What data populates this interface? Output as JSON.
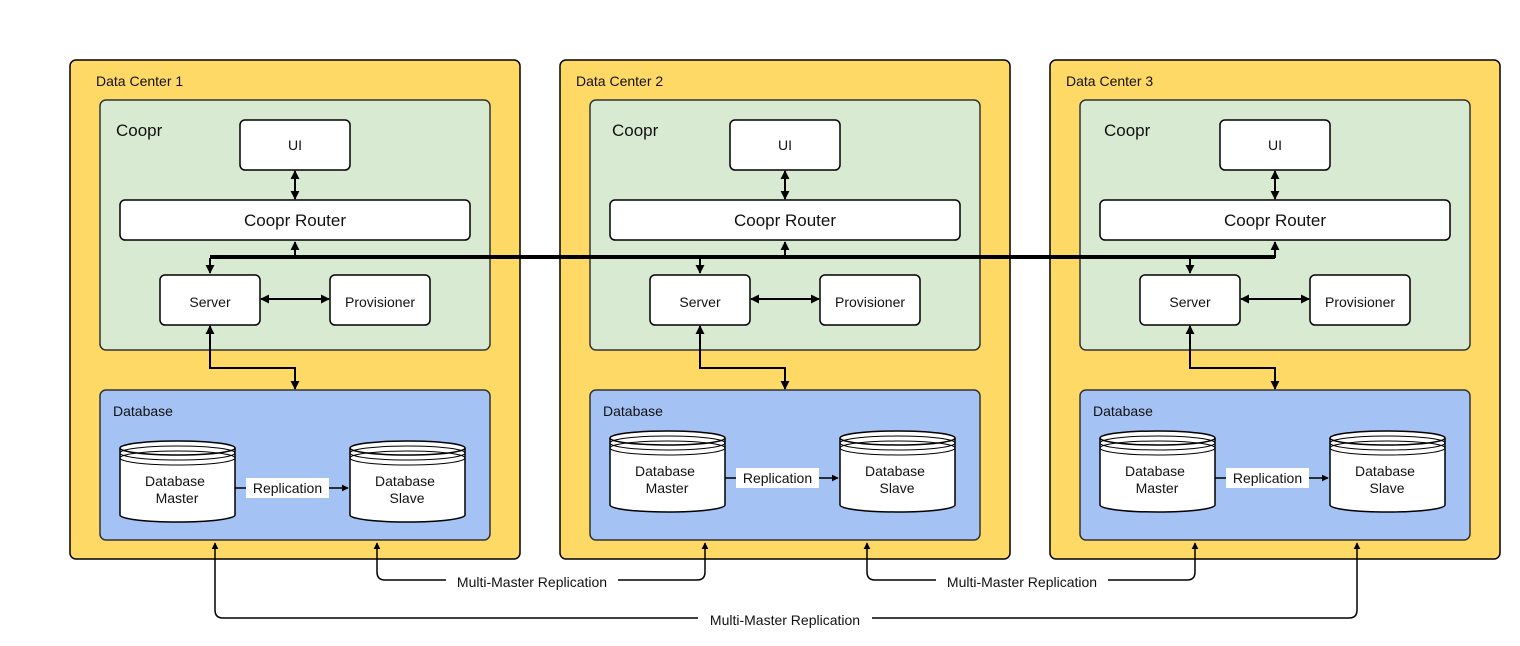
{
  "colors": {
    "data_center_fill": "#FFD966",
    "coopr_fill": "#D9EAD3",
    "database_fill": "#A4C2F4",
    "box_fill": "#FFFFFF",
    "stroke": "#000000"
  },
  "data_centers": [
    {
      "title": "Data Center 1",
      "coopr_label": "Coopr",
      "ui_label": "UI",
      "router_label": "Coopr Router",
      "server_label": "Server",
      "provisioner_label": "Provisioner",
      "database_label": "Database",
      "master_line1": "Database",
      "master_line2": "Master",
      "slave_line1": "Database",
      "slave_line2": "Slave",
      "replication_label": "Replication"
    },
    {
      "title": "Data Center 2",
      "coopr_label": "Coopr",
      "ui_label": "UI",
      "router_label": "Coopr Router",
      "server_label": "Server",
      "provisioner_label": "Provisioner",
      "database_label": "Database",
      "master_line1": "Database",
      "master_line2": "Master",
      "slave_line1": "Database",
      "slave_line2": "Slave",
      "replication_label": "Replication"
    },
    {
      "title": "Data Center 3",
      "coopr_label": "Coopr",
      "ui_label": "UI",
      "router_label": "Coopr Router",
      "server_label": "Server",
      "provisioner_label": "Provisioner",
      "database_label": "Database",
      "master_line1": "Database",
      "master_line2": "Master",
      "slave_line1": "Database",
      "slave_line2": "Slave",
      "replication_label": "Replication"
    }
  ],
  "multi_master": {
    "dc1_dc2_label": "Multi-Master Replication",
    "dc2_dc3_label": "Multi-Master Replication",
    "dc1_dc3_label": "Multi-Master Replication"
  }
}
